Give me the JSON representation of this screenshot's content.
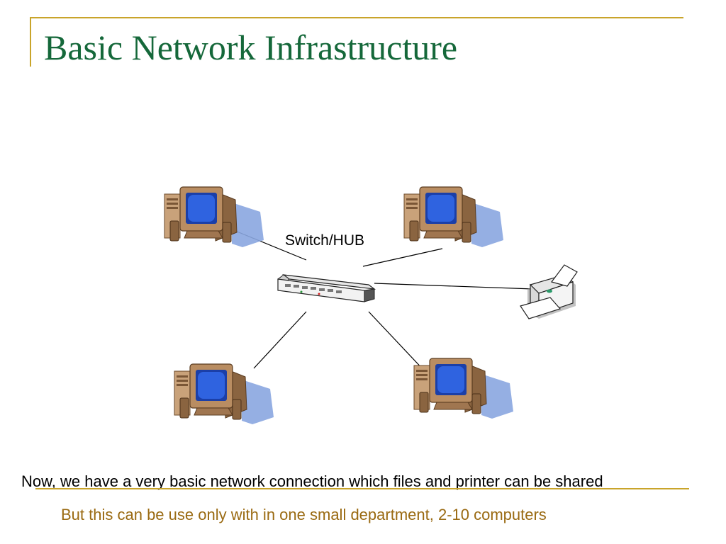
{
  "slide": {
    "title": "Basic Network Infrastructure",
    "switch_label": "Switch/HUB",
    "caption_primary": "Now, we have a very basic network connection which files and printer can be shared",
    "caption_secondary": "But this can be use only with in one small department, 2-10 computers"
  },
  "nodes": [
    {
      "name": "computer-top-left",
      "icon": "computer-icon"
    },
    {
      "name": "computer-top-right",
      "icon": "computer-icon"
    },
    {
      "name": "switch-hub",
      "icon": "switch-icon"
    },
    {
      "name": "printer",
      "icon": "printer-icon"
    },
    {
      "name": "computer-bottom-left",
      "icon": "computer-icon"
    },
    {
      "name": "computer-bottom-right",
      "icon": "computer-icon"
    }
  ],
  "colors": {
    "title": "#15683a",
    "accent_line": "#c9a42a",
    "caption_secondary": "#9a6a12",
    "screen": "#2f63e0",
    "monitor_body": "#b98d62",
    "shadow": "#8aa6e0"
  }
}
